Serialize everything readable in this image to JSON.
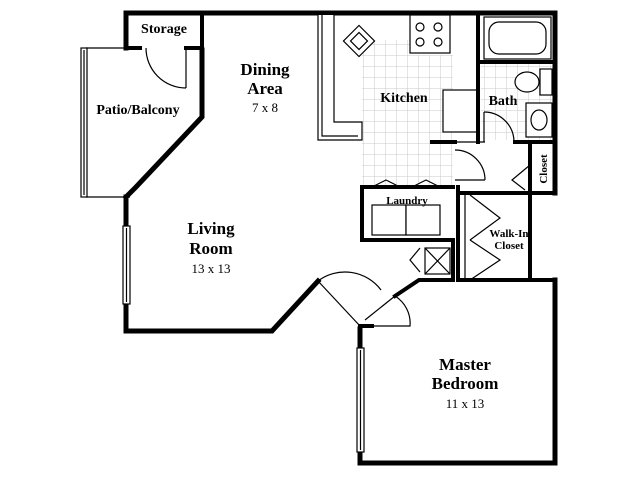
{
  "rooms": {
    "storage": {
      "name": "Storage"
    },
    "patio": {
      "name": "Patio/Balcony"
    },
    "dining": {
      "name_line1": "Dining",
      "name_line2": "Area",
      "size": "7 x 8"
    },
    "kitchen": {
      "name": "Kitchen"
    },
    "bath": {
      "name": "Bath"
    },
    "closet": {
      "name": "Closet"
    },
    "laundry": {
      "name": "Laundry"
    },
    "living": {
      "name_line1": "Living",
      "name_line2": "Room",
      "size": "13 x 13"
    },
    "walkin": {
      "name_line1": "Walk-In",
      "name_line2": "Closet"
    },
    "master": {
      "name_line1": "Master",
      "name_line2": "Bedroom",
      "size": "11 x 13"
    }
  },
  "colors": {
    "wall": "#000000",
    "tile_grid": "#c8c8c8",
    "background": "#ffffff"
  }
}
